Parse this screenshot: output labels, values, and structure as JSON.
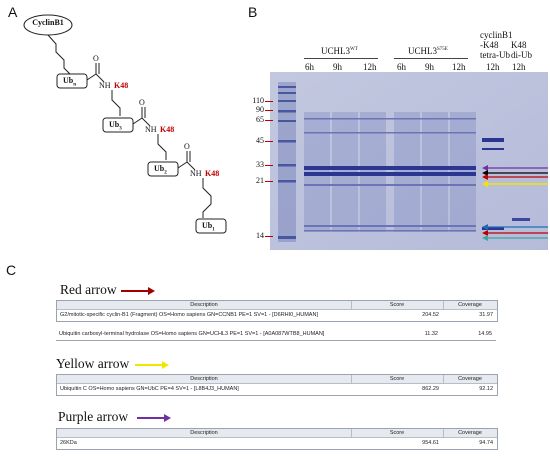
{
  "panels": {
    "a": "A",
    "b": "B",
    "c": "C"
  },
  "panel_a": {
    "cyclin_label": "CyclinB1",
    "ub_n": "Ub",
    "ub_n_sub": "n",
    "ub_3": "Ub",
    "ub_3_sub": "3",
    "ub_2": "Ub",
    "ub_2_sub": "2",
    "ub_1": "Ub",
    "ub_1_sub": "1",
    "nh": "NH",
    "o": "O",
    "k48": "K48"
  },
  "panel_b": {
    "group1": "UCHL3",
    "group1_sup": "WT",
    "group2": "UCHL3",
    "group2_sup": "S75E",
    "cyclin_lane_line1": "cyclinB1",
    "cyclin_lane_line2": "-K48",
    "cyclin_lane_line3": "tetra-Ub",
    "k48_lane_line1": "K48",
    "k48_lane_line2": "di-Ub",
    "times": [
      "6h",
      "9h",
      "12h",
      "6h",
      "9h",
      "12h",
      "12h",
      "12h"
    ],
    "markers": [
      "110",
      "90",
      "65",
      "45",
      "33",
      "21",
      "14"
    ],
    "colors": {
      "red": "#c00000",
      "yellow": "#f2e600",
      "purple": "#7030a0",
      "black": "#000000",
      "blue": "#1f6fb5",
      "teal": "#3fa7a0"
    }
  },
  "panel_c": {
    "red_title": "Red arrow",
    "yellow_title": "Yellow arrow",
    "purple_title": "Purple arrow",
    "headers": {
      "description": "Description",
      "score": "Score",
      "coverage": "Coverage"
    },
    "red_rows": [
      {
        "description": "G2/mitotic-specific cyclin-B1 (Fragment) OS=Homo sapiens GN=CCNB1 PE=1 SV=1 - [D6RHI0_HUMAN]",
        "score": "204.52",
        "coverage": "31.97"
      },
      {
        "description": "Ubiquitin carboxyl-terminal hydrolase OS=Homo sapiens GN=UCHL3 PE=1 SV=1 - [A0A087WTB8_HUMAN]",
        "score": "11.32",
        "coverage": "14.95"
      }
    ],
    "yellow_rows": [
      {
        "description": "Ubiquitin C OS=Homo sapiens GN=UbC PE=4 SV=1 - [L8B4J3_HUMAN]",
        "score": "862.29",
        "coverage": "92.12"
      }
    ],
    "purple_rows": [
      {
        "description": "26KDa",
        "score": "954.61",
        "coverage": "94.74"
      }
    ]
  }
}
